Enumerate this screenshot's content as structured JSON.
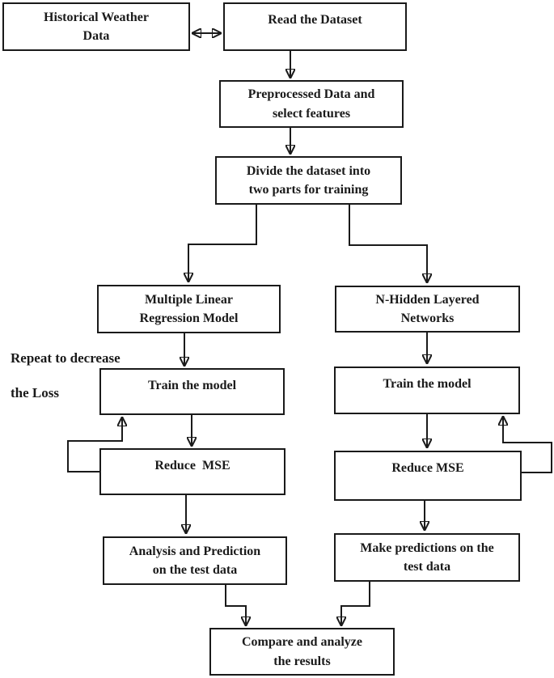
{
  "diagram": {
    "description": "Flowchart of weather prediction workflow comparing Multiple Linear Regression and N-Hidden Layered Networks",
    "colors": {
      "background": "#ffffff",
      "box_border": "#1a1a1a",
      "text": "#1a1a1a",
      "arrow": "#1a1a1a"
    },
    "nodes": {
      "historical_weather_data": {
        "label": "Historical Weather\nData"
      },
      "read_dataset": {
        "label": "Read the Dataset"
      },
      "preprocess": {
        "label": "Preprocessed Data and\nselect features"
      },
      "divide": {
        "label": "Divide the dataset into\ntwo parts for training"
      },
      "mlr": {
        "label": "Multiple Linear\nRegression Model"
      },
      "nhidden": {
        "label": "N-Hidden Layered\nNetworks"
      },
      "train_left": {
        "label": "Train the model"
      },
      "train_right": {
        "label": "Train the model"
      },
      "reduce_left": {
        "label": "Reduce  MSE"
      },
      "reduce_right": {
        "label": "Reduce MSE"
      },
      "analysis": {
        "label": "Analysis and Prediction\non the test data"
      },
      "make_predictions": {
        "label": "Make predictions on the\ntest data"
      },
      "compare": {
        "label": "Compare and analyze\nthe results"
      }
    },
    "annotations": {
      "repeat_note_line1": "Repeat to decrease",
      "repeat_note_line2": "the Loss"
    },
    "edges": [
      {
        "from": "historical_weather_data",
        "to": "read_dataset",
        "type": "bidirectional"
      },
      {
        "from": "read_dataset",
        "to": "preprocess",
        "type": "arrow"
      },
      {
        "from": "preprocess",
        "to": "divide",
        "type": "arrow"
      },
      {
        "from": "divide",
        "to": "mlr",
        "type": "arrow"
      },
      {
        "from": "divide",
        "to": "nhidden",
        "type": "arrow"
      },
      {
        "from": "mlr",
        "to": "train_left",
        "type": "arrow"
      },
      {
        "from": "nhidden",
        "to": "train_right",
        "type": "arrow"
      },
      {
        "from": "train_left",
        "to": "reduce_left",
        "type": "arrow"
      },
      {
        "from": "train_right",
        "to": "reduce_right",
        "type": "arrow"
      },
      {
        "from": "reduce_left",
        "to": "train_left",
        "type": "loop-back"
      },
      {
        "from": "reduce_right",
        "to": "train_right",
        "type": "loop-back"
      },
      {
        "from": "reduce_left",
        "to": "analysis",
        "type": "arrow"
      },
      {
        "from": "reduce_right",
        "to": "make_predictions",
        "type": "arrow"
      },
      {
        "from": "analysis",
        "to": "compare",
        "type": "arrow"
      },
      {
        "from": "make_predictions",
        "to": "compare",
        "type": "arrow"
      }
    ]
  }
}
